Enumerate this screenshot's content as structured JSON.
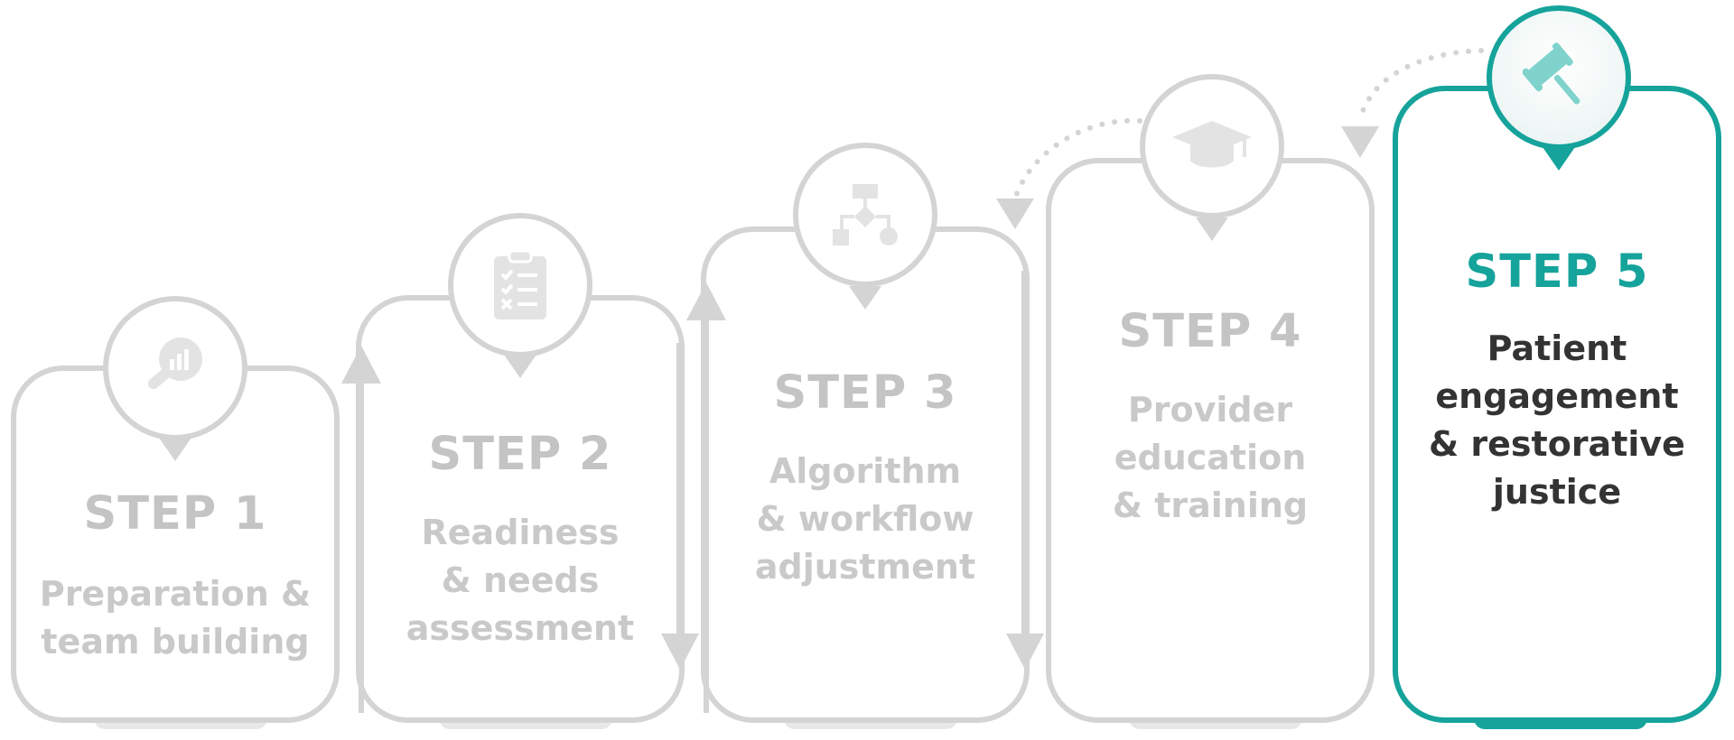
{
  "colors": {
    "inactive_border": "#d4d4d4",
    "inactive_text": "#c4c4c4",
    "active_accent": "#15a39b",
    "active_icon": "#7fd3cc",
    "active_text": "#333333"
  },
  "steps": [
    {
      "title": "STEP 1",
      "description": "Preparation &\nteam building",
      "icon": "magnifier-chart-icon",
      "active": false
    },
    {
      "title": "STEP 2",
      "description": "Readiness\n& needs\nassessment",
      "icon": "clipboard-checklist-icon",
      "active": false
    },
    {
      "title": "STEP 3",
      "description": "Algorithm\n& workflow\nadjustment",
      "icon": "flowchart-icon",
      "active": false
    },
    {
      "title": "STEP 4",
      "description": "Provider\neducation\n& training",
      "icon": "graduation-cap-icon",
      "active": false
    },
    {
      "title": "STEP 5",
      "description": "Patient\nengagement\n& restorative\njustice",
      "icon": "gavel-icon",
      "active": true
    }
  ]
}
